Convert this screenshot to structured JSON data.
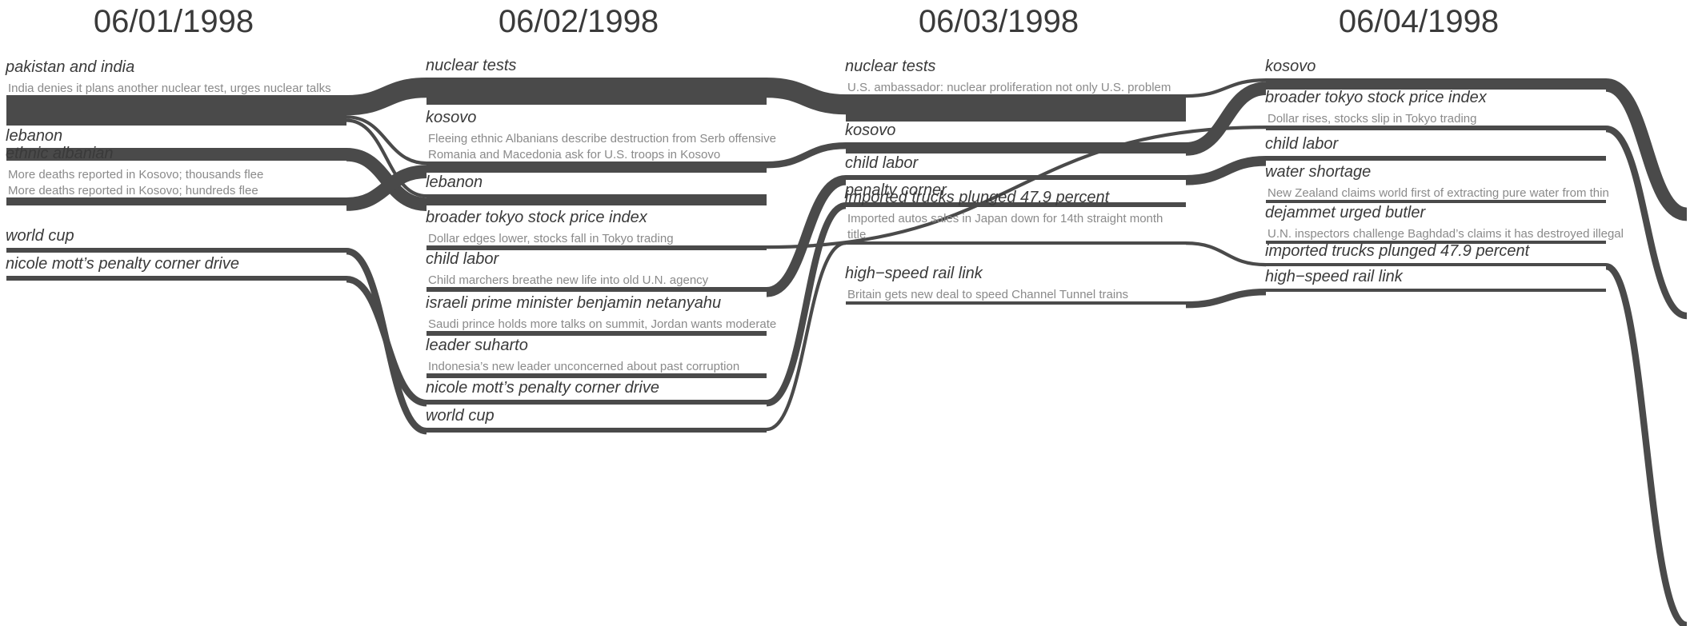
{
  "dates": [
    "06/01/1998",
    "06/02/1998",
    "06/03/1998",
    "06/04/1998"
  ],
  "colors": {
    "bar": "#4a4a4a",
    "text": "#3a3a3a",
    "story": "#8a8a8a"
  },
  "columns": [
    {
      "date": "06/01/1998",
      "topics": [
        {
          "id": "d1-pakistan",
          "label": "pakistan and india",
          "stories": [
            "India denies it plans another nuclear test, urges nuclear talks"
          ]
        },
        {
          "id": "d1-lebanon",
          "label": "lebanon",
          "stories": []
        },
        {
          "id": "d1-ethnic",
          "label": "ethnic albanian",
          "stories": [
            "More deaths reported in Kosovo; thousands flee",
            "More deaths reported in Kosovo; hundreds flee"
          ]
        },
        {
          "id": "d1-worldcup",
          "label": "world cup",
          "stories": []
        },
        {
          "id": "d1-mott",
          "label": "nicole mott’s penalty corner drive",
          "stories": []
        }
      ]
    },
    {
      "date": "06/02/1998",
      "topics": [
        {
          "id": "d2-nuclear",
          "label": "nuclear tests",
          "stories": []
        },
        {
          "id": "d2-kosovo",
          "label": "kosovo",
          "stories": [
            "Fleeing ethnic Albanians describe destruction from Serb offensive",
            "Romania and Macedonia ask for U.S. troops in Kosovo"
          ]
        },
        {
          "id": "d2-lebanon",
          "label": "lebanon",
          "stories": []
        },
        {
          "id": "d2-tokyo",
          "label": "broader tokyo stock price index",
          "stories": [
            "Dollar edges lower, stocks fall in Tokyo trading"
          ]
        },
        {
          "id": "d2-child",
          "label": "child labor",
          "stories": [
            "Child marchers breathe new life into old U.N. agency"
          ]
        },
        {
          "id": "d2-israeli",
          "label": "israeli prime minister benjamin netanyahu",
          "stories": [
            "Saudi prince holds more talks on summit, Jordan wants moderate"
          ]
        },
        {
          "id": "d2-suharto",
          "label": "leader suharto",
          "stories": [
            "Indonesia’s new leader unconcerned about past corruption"
          ]
        },
        {
          "id": "d2-mott",
          "label": "nicole mott’s penalty corner drive",
          "stories": []
        },
        {
          "id": "d2-worldcup",
          "label": "world cup",
          "stories": []
        }
      ]
    },
    {
      "date": "06/03/1998",
      "topics": [
        {
          "id": "d3-nuclear",
          "label": "nuclear tests",
          "stories": [
            "U.S. ambassador: nuclear proliferation not only U.S. problem"
          ]
        },
        {
          "id": "d3-kosovo",
          "label": "kosovo",
          "stories": []
        },
        {
          "id": "d3-child",
          "label": "child labor",
          "stories": []
        },
        {
          "id": "d3-penalty",
          "label": "penalty corner",
          "stories": []
        },
        {
          "id": "d3-trucks",
          "label": "imported trucks plunged 47.9 percent",
          "stories": [
            "Imported autos sales in Japan down for 14th straight month",
            "title"
          ]
        },
        {
          "id": "d3-rail",
          "label": "high−speed rail link",
          "stories": [
            "Britain gets new deal to speed Channel Tunnel trains"
          ]
        }
      ]
    },
    {
      "date": "06/04/1998",
      "topics": [
        {
          "id": "d4-kosovo",
          "label": "kosovo",
          "stories": []
        },
        {
          "id": "d4-tokyo",
          "label": "broader tokyo stock price index",
          "stories": [
            "Dollar rises, stocks slip in Tokyo trading"
          ]
        },
        {
          "id": "d4-child",
          "label": "child labor",
          "stories": []
        },
        {
          "id": "d4-water",
          "label": "water shortage",
          "stories": [
            "New Zealand claims world first of extracting pure water from thin"
          ]
        },
        {
          "id": "d4-dejammet",
          "label": "dejammet urged butler",
          "stories": [
            "U.N. inspectors challenge Baghdad’s claims it has destroyed illegal"
          ]
        },
        {
          "id": "d4-trucks",
          "label": "imported trucks plunged 47.9 percent",
          "stories": []
        },
        {
          "id": "d4-rail",
          "label": "high−speed rail link",
          "stories": []
        }
      ]
    }
  ],
  "flows": [
    {
      "from": "d1-pakistan",
      "to": "d2-nuclear",
      "weight": 6
    },
    {
      "from": "d1-pakistan",
      "to": "d2-kosovo",
      "weight": 1
    },
    {
      "from": "d1-pakistan",
      "to": "d2-lebanon",
      "weight": 1
    },
    {
      "from": "d1-lebanon",
      "to": "d2-lebanon",
      "weight": 4
    },
    {
      "from": "d1-ethnic",
      "to": "d2-kosovo",
      "weight": 4
    },
    {
      "from": "d1-worldcup",
      "to": "d2-worldcup",
      "weight": 2
    },
    {
      "from": "d1-mott",
      "to": "d2-mott",
      "weight": 2
    },
    {
      "from": "d2-nuclear",
      "to": "d3-nuclear",
      "weight": 6
    },
    {
      "from": "d2-kosovo",
      "to": "d3-kosovo",
      "weight": 2
    },
    {
      "from": "d2-tokyo",
      "to": "d4-tokyo",
      "weight": 1
    },
    {
      "from": "d2-child",
      "to": "d3-child",
      "weight": 3
    },
    {
      "from": "d2-mott",
      "to": "d3-penalty",
      "weight": 2
    },
    {
      "from": "d2-worldcup",
      "to": "d3-trucks",
      "weight": 1
    },
    {
      "from": "d3-nuclear",
      "to": "d4-kosovo",
      "weight": 1
    },
    {
      "from": "d3-kosovo",
      "to": "d4-kosovo",
      "weight": 4
    },
    {
      "from": "d3-child",
      "to": "d4-child",
      "weight": 3
    },
    {
      "from": "d3-trucks",
      "to": "d4-trucks",
      "weight": 1
    },
    {
      "from": "d3-rail",
      "to": "d4-rail",
      "weight": 2
    },
    {
      "from": "d4-kosovo",
      "to": null,
      "weight": 4
    },
    {
      "from": "d4-tokyo",
      "to": null,
      "weight": 2
    },
    {
      "from": "d4-trucks",
      "to": null,
      "weight": 2
    }
  ]
}
